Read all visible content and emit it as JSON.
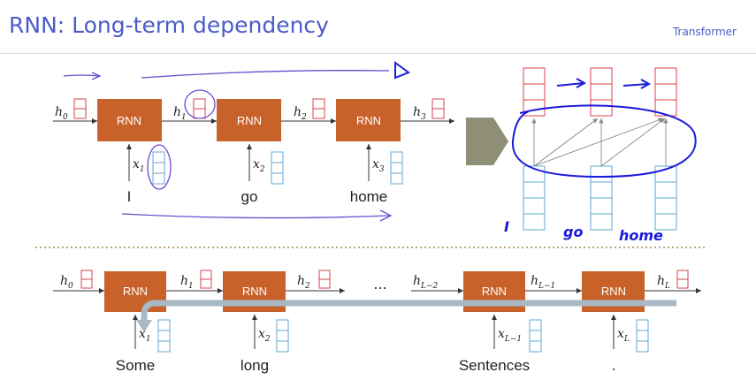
{
  "header": {
    "title": "RNN: Long-term dependency",
    "section": "Transformer"
  },
  "rnn_label": "RNN",
  "ellipsis": "...",
  "top_diagram": {
    "hidden": [
      {
        "base": "h",
        "sub": "0"
      },
      {
        "base": "h",
        "sub": "1"
      },
      {
        "base": "h",
        "sub": "2"
      },
      {
        "base": "h",
        "sub": "3"
      }
    ],
    "inputs": [
      {
        "base": "x",
        "sub": "1"
      },
      {
        "base": "x",
        "sub": "2"
      },
      {
        "base": "x",
        "sub": "3"
      }
    ],
    "words": [
      "I",
      "go",
      "home"
    ]
  },
  "attention_diagram": {
    "handwritten_words": [
      "I",
      "go",
      "home"
    ]
  },
  "bottom_diagram": {
    "hidden": [
      {
        "base": "h",
        "sub": "0"
      },
      {
        "base": "h",
        "sub": "1"
      },
      {
        "base": "h",
        "sub": "2"
      },
      {
        "base": "h",
        "sub": "L−2"
      },
      {
        "base": "h",
        "sub": "L−1"
      },
      {
        "base": "h",
        "sub": "L"
      }
    ],
    "inputs": [
      {
        "base": "x",
        "sub": "1"
      },
      {
        "base": "x",
        "sub": "2"
      },
      {
        "base": "x",
        "sub": "L−1"
      },
      {
        "base": "x",
        "sub": "L"
      }
    ],
    "words": [
      "Some",
      "long",
      "Sentences",
      "."
    ]
  },
  "colors": {
    "title": "#4b5cc8",
    "rnn_box": "#c8622a",
    "hidden_vector": "#d9434f",
    "input_vector": "#5fa9d6",
    "annotation_pen": "#1a1adb",
    "gradient_arrow": "#a8b8c4",
    "big_arrow": "#8f8f78",
    "divider": "#b8a57a"
  }
}
